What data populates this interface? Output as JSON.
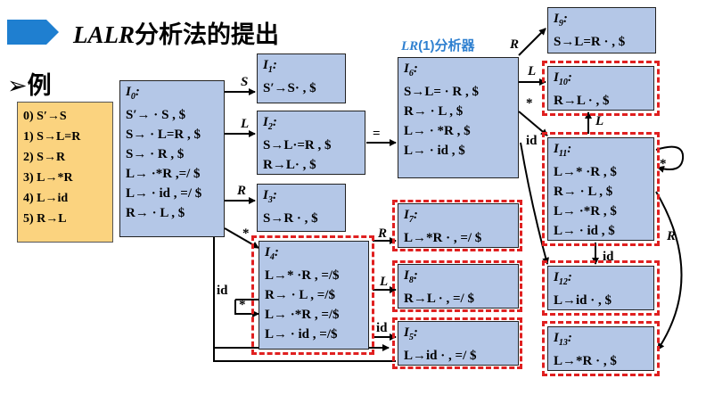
{
  "title": {
    "prefix": "LALR",
    "suffix": "分析法的提出"
  },
  "example_label": "➢例",
  "grammar": [
    "0) S′→S",
    "1) S→L=R",
    "2) S→R",
    "3) L→*R",
    "4) L→id",
    "5) R→L"
  ],
  "lr_caption": {
    "prefix": "LR",
    "suffix": "(1)分析器"
  },
  "states": {
    "I0": {
      "name": "I",
      "sub": "0",
      "items": [
        "S′→ · S , $",
        "S→ · L=R , $",
        "S→ · R , $",
        "L→ ·*R ,=/ $",
        "L→ · id , =/ $",
        "R→ · L , $"
      ]
    },
    "I1": {
      "name": "I",
      "sub": "1",
      "items": [
        "S′→S· , $"
      ]
    },
    "I2": {
      "name": "I",
      "sub": "2",
      "items": [
        "S→L·=R , $",
        "R→L· , $"
      ]
    },
    "I3": {
      "name": "I",
      "sub": "3",
      "items": [
        "S→R · , $"
      ]
    },
    "I4": {
      "name": "I",
      "sub": "4",
      "items": [
        "L→* ·R , =/$",
        "R→ · L , =/$",
        "L→ ·*R , =/$",
        "L→ · id , =/$"
      ]
    },
    "I5": {
      "name": "I",
      "sub": "5",
      "items": [
        "L→id · , =/ $"
      ]
    },
    "I6": {
      "name": "I",
      "sub": "6",
      "items": [
        "S→L= · R , $",
        "R→ · L , $",
        "L→ · *R , $",
        "L→ · id , $"
      ]
    },
    "I7": {
      "name": "I",
      "sub": "7",
      "items": [
        "L→*R · , =/ $"
      ]
    },
    "I8": {
      "name": "I",
      "sub": "8",
      "items": [
        "R→L · , =/ $"
      ]
    },
    "I9": {
      "name": "I",
      "sub": "9",
      "items": [
        "S→L=R · , $"
      ]
    },
    "I10": {
      "name": "I",
      "sub": "10",
      "items": [
        "R→L · , $"
      ]
    },
    "I11": {
      "name": "I",
      "sub": "11",
      "items": [
        "L→* ·R , $",
        "R→ · L , $",
        "L→ ·*R , $",
        "L→ · id , $"
      ]
    },
    "I12": {
      "name": "I",
      "sub": "12",
      "items": [
        "L→id · , $"
      ]
    },
    "I13": {
      "name": "I",
      "sub": "13",
      "items": [
        "L→*R · , $"
      ]
    }
  },
  "transitions": {
    "t0_1": "S",
    "t0_2": "L",
    "t0_3": "R",
    "t0_4": "*",
    "t4_id": "id",
    "t4_4": "*",
    "t2_6": "=",
    "t4_7": "R",
    "t4_8": "L",
    "t4_5": "id",
    "t6_9": "R",
    "t6_10": "L",
    "t6_11": "*",
    "t6_12": "id",
    "t11_10": "L",
    "t11_11": "*",
    "t11_12": "id",
    "t11_13": "R"
  },
  "colors": {
    "title_bar": "#1f7fd0",
    "state_fill": "#b4c7e7",
    "grammar_fill": "#fbd37f",
    "dashed": "#e02020",
    "caption": "#2f80d0"
  }
}
